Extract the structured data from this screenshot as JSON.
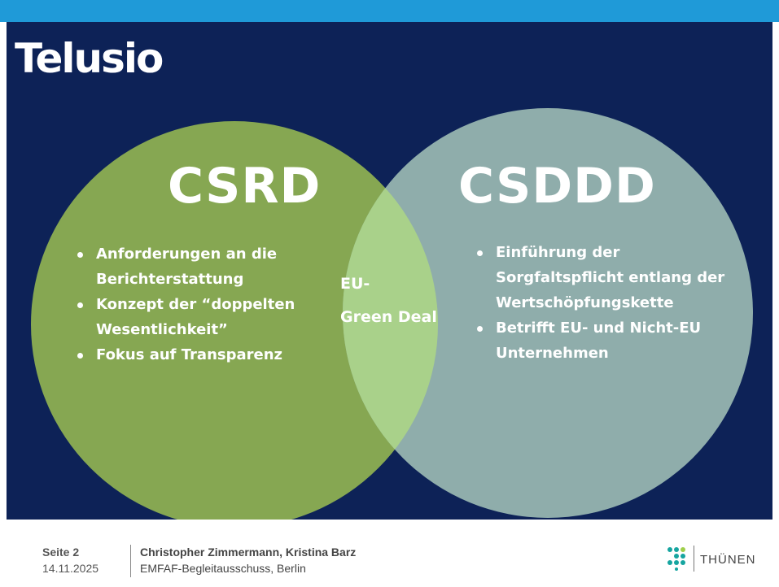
{
  "slide": {
    "logo": "Telusio",
    "left": {
      "title": "CSRD",
      "bullets": [
        "Anforderungen an die Berichterstattung",
        "Konzept der “doppelten Wesentlichkeit”",
        "Fokus auf Transparenz"
      ],
      "color": "#86a752"
    },
    "right": {
      "title": "CSDDD",
      "bullets": [
        "Einführung der Sorgfaltspflicht entlang der Wertschöpfungskette",
        "Betrifft EU- und Nicht-EU Unternehmen"
      ],
      "color": "#8fadab"
    },
    "intersection": {
      "line1": "EU-",
      "line2": "Green Deal",
      "color": "#a9d18a"
    },
    "background_color": "#0d2257"
  },
  "footer": {
    "page_label": "Seite 2",
    "date": "14.11.2025",
    "authors": "Christopher Zimmermann, Kristina Barz",
    "event": "EMFAF-Begleitausschuss, Berlin",
    "logo_text": "THÜNEN"
  },
  "colors": {
    "top_bar": "#1f9ad8",
    "thuenen_dots": "#16a5a0"
  }
}
